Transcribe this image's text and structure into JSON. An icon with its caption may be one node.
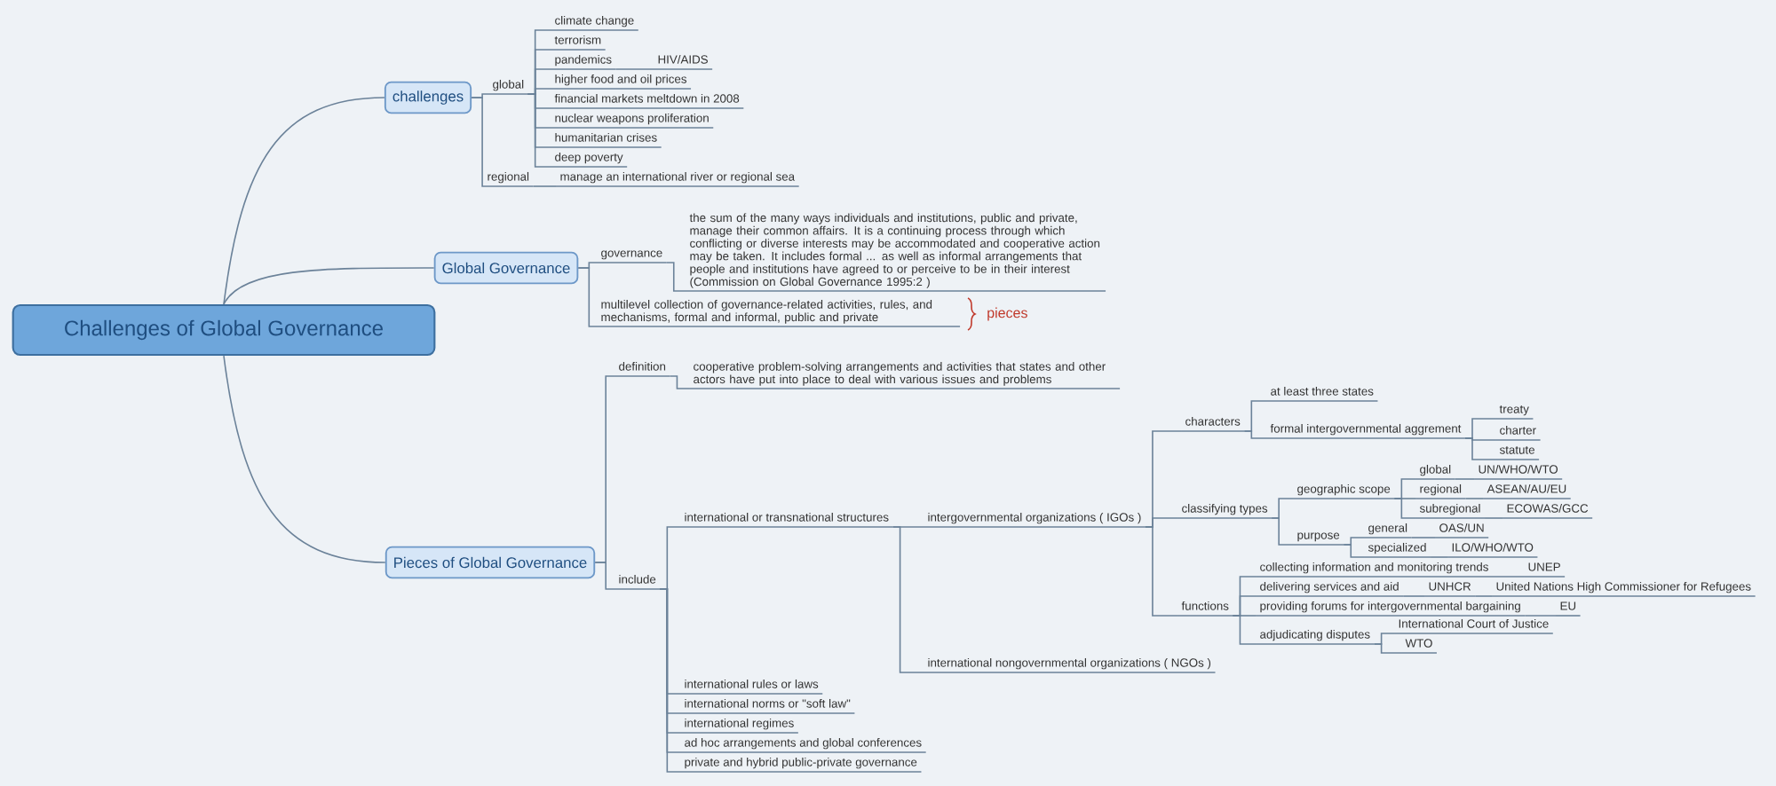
{
  "diagram": {
    "nodes": [
      {
        "text": [
          "Challenges of Global Governance"
        ]
      },
      {
        "text": [
          "challenges"
        ]
      },
      {
        "text": [
          "global"
        ]
      },
      {
        "text": [
          "climate change"
        ]
      },
      {
        "text": [
          "terrorism"
        ]
      },
      {
        "text": [
          "pandemics"
        ]
      },
      {
        "text": [
          "HIV/AIDS"
        ]
      },
      {
        "text": [
          "higher food and oil prices"
        ]
      },
      {
        "text": [
          "financial markets meltdown in 2008"
        ]
      },
      {
        "text": [
          "nuclear weapons proliferation"
        ]
      },
      {
        "text": [
          "humanitarian crises"
        ]
      },
      {
        "text": [
          "deep poverty"
        ]
      },
      {
        "text": [
          "regional"
        ]
      },
      {
        "text": [
          "manage an international river or regional sea"
        ]
      },
      {
        "text": [
          "Global Governance"
        ]
      },
      {
        "text": [
          "governance"
        ]
      },
      {
        "text": [
          "the sum of the many ways individuals and institutions, public and private, manage their common affairs. It is a continuing process through which conflicting or diverse interests may be accommodated and cooperative action may be taken. It includes formal ... as well as informal arrangements that people and institutions have agreed to or perceive to be in their interest (Commission on Global Governance 1995:2 )"
        ]
      },
      {
        "text": [
          "multilevel collection of governance-related activities, rules, and mechanisms, formal and informal, public and private"
        ]
      },
      {
        "text": [
          "Pieces of Global Governance"
        ]
      },
      {
        "text": [
          "definition"
        ]
      },
      {
        "text": [
          "cooperative problem-solving arrangements and activities that states and other actors have put into place to deal with various issues and problems"
        ]
      },
      {
        "text": [
          "include"
        ]
      },
      {
        "text": [
          "international or transnational structures"
        ]
      },
      {
        "text": [
          "intergovernmental organizations ( IGOs )"
        ]
      },
      {
        "text": [
          "characters"
        ]
      },
      {
        "text": [
          "at least three states"
        ]
      },
      {
        "text": [
          "formal intergovernmental aggrement"
        ]
      },
      {
        "text": [
          "treaty"
        ]
      },
      {
        "text": [
          "charter"
        ]
      },
      {
        "text": [
          "statute"
        ]
      },
      {
        "text": [
          "classifying types"
        ]
      },
      {
        "text": [
          "geographic scope"
        ]
      },
      {
        "text": [
          "global"
        ]
      },
      {
        "text": [
          "UN/WHO/WTO"
        ]
      },
      {
        "text": [
          "regional"
        ]
      },
      {
        "text": [
          "ASEAN/AU/EU"
        ]
      },
      {
        "text": [
          "subregional"
        ]
      },
      {
        "text": [
          "ECOWAS/GCC"
        ]
      },
      {
        "text": [
          "purpose"
        ]
      },
      {
        "text": [
          "general"
        ]
      },
      {
        "text": [
          "OAS/UN"
        ]
      },
      {
        "text": [
          "specialized"
        ]
      },
      {
        "text": [
          "ILO/WHO/WTO"
        ]
      },
      {
        "text": [
          "functions"
        ]
      },
      {
        "text": [
          "collecting information and monitoring trends"
        ]
      },
      {
        "text": [
          "UNEP"
        ]
      },
      {
        "text": [
          "delivering services and aid"
        ]
      },
      {
        "text": [
          "UNHCR"
        ]
      },
      {
        "text": [
          "United Nations High Commissioner for Refugees"
        ]
      },
      {
        "text": [
          "providing forums for intergovernmental bargaining"
        ]
      },
      {
        "text": [
          "EU"
        ]
      },
      {
        "text": [
          "adjudicating disputes"
        ]
      },
      {
        "text": [
          "International Court of Justice"
        ]
      },
      {
        "text": [
          "WTO"
        ]
      },
      {
        "text": [
          "international nongovernmental organizations ( NGOs )"
        ]
      },
      {
        "text": [
          "international rules or laws"
        ]
      },
      {
        "text": [
          "international norms or \"soft law\""
        ]
      },
      {
        "text": [
          "international regimes"
        ]
      },
      {
        "text": [
          "ad hoc arrangements and global conferences"
        ]
      },
      {
        "text": [
          "private and hybrid public-private governance"
        ]
      }
    ],
    "edges": [
      {
        "from": 0,
        "to": 1,
        "arrow": "none"
      },
      {
        "from": 0,
        "to": 14,
        "arrow": "none"
      },
      {
        "from": 0,
        "to": 18,
        "arrow": "none"
      },
      {
        "from": 1,
        "to": 2,
        "arrow": "none"
      },
      {
        "from": 1,
        "to": 12,
        "arrow": "none"
      },
      {
        "from": 2,
        "to": 3,
        "arrow": "none"
      },
      {
        "from": 2,
        "to": 4,
        "arrow": "none"
      },
      {
        "from": 2,
        "to": 5,
        "arrow": "none"
      },
      {
        "from": 5,
        "to": 6,
        "arrow": "none"
      },
      {
        "from": 2,
        "to": 7,
        "arrow": "none"
      },
      {
        "from": 2,
        "to": 8,
        "arrow": "none"
      },
      {
        "from": 2,
        "to": 9,
        "arrow": "none"
      },
      {
        "from": 2,
        "to": 10,
        "arrow": "none"
      },
      {
        "from": 2,
        "to": 11,
        "arrow": "none"
      },
      {
        "from": 12,
        "to": 13,
        "arrow": "none"
      },
      {
        "from": 14,
        "to": 15,
        "arrow": "none"
      },
      {
        "from": 15,
        "to": 16,
        "arrow": "none"
      },
      {
        "from": 14,
        "to": 17,
        "arrow": "none"
      },
      {
        "from": 18,
        "to": 19,
        "arrow": "none"
      },
      {
        "from": 19,
        "to": 20,
        "arrow": "none"
      },
      {
        "from": 18,
        "to": 21,
        "arrow": "none"
      },
      {
        "from": 21,
        "to": 22,
        "arrow": "none"
      },
      {
        "from": 22,
        "to": 23,
        "arrow": "none"
      },
      {
        "from": 23,
        "to": 24,
        "arrow": "none"
      },
      {
        "from": 24,
        "to": 25,
        "arrow": "none"
      },
      {
        "from": 24,
        "to": 26,
        "arrow": "none"
      },
      {
        "from": 26,
        "to": 27,
        "arrow": "none"
      },
      {
        "from": 26,
        "to": 28,
        "arrow": "none"
      },
      {
        "from": 26,
        "to": 29,
        "arrow": "none"
      },
      {
        "from": 23,
        "to": 30,
        "arrow": "none"
      },
      {
        "from": 30,
        "to": 31,
        "arrow": "none"
      },
      {
        "from": 31,
        "to": 32,
        "arrow": "none"
      },
      {
        "from": 32,
        "to": 33,
        "arrow": "none"
      },
      {
        "from": 31,
        "to": 34,
        "arrow": "none"
      },
      {
        "from": 34,
        "to": 35,
        "arrow": "none"
      },
      {
        "from": 31,
        "to": 36,
        "arrow": "none"
      },
      {
        "from": 36,
        "to": 37,
        "arrow": "none"
      },
      {
        "from": 30,
        "to": 38,
        "arrow": "none"
      },
      {
        "from": 38,
        "to": 39,
        "arrow": "none"
      },
      {
        "from": 39,
        "to": 40,
        "arrow": "none"
      },
      {
        "from": 38,
        "to": 41,
        "arrow": "none"
      },
      {
        "from": 41,
        "to": 42,
        "arrow": "none"
      },
      {
        "from": 23,
        "to": 43,
        "arrow": "none"
      },
      {
        "from": 43,
        "to": 44,
        "arrow": "none"
      },
      {
        "from": 44,
        "to": 45,
        "arrow": "none"
      },
      {
        "from": 43,
        "to": 46,
        "arrow": "none"
      },
      {
        "from": 46,
        "to": 47,
        "arrow": "none"
      },
      {
        "from": 47,
        "to": 48,
        "arrow": "none"
      },
      {
        "from": 43,
        "to": 49,
        "arrow": "none"
      },
      {
        "from": 49,
        "to": 50,
        "arrow": "none"
      },
      {
        "from": 43,
        "to": 51,
        "arrow": "none"
      },
      {
        "from": 51,
        "to": 52,
        "arrow": "none"
      },
      {
        "from": 51,
        "to": 53,
        "arrow": "none"
      },
      {
        "from": 22,
        "to": 54,
        "arrow": "none"
      },
      {
        "from": 21,
        "to": 55,
        "arrow": "none"
      },
      {
        "from": 21,
        "to": 56,
        "arrow": "none"
      },
      {
        "from": 21,
        "to": 57,
        "arrow": "none"
      },
      {
        "from": 21,
        "to": 58,
        "arrow": "none"
      },
      {
        "from": 21,
        "to": 59,
        "arrow": "none"
      }
    ],
    "labels": [
      "pieces"
    ]
  }
}
